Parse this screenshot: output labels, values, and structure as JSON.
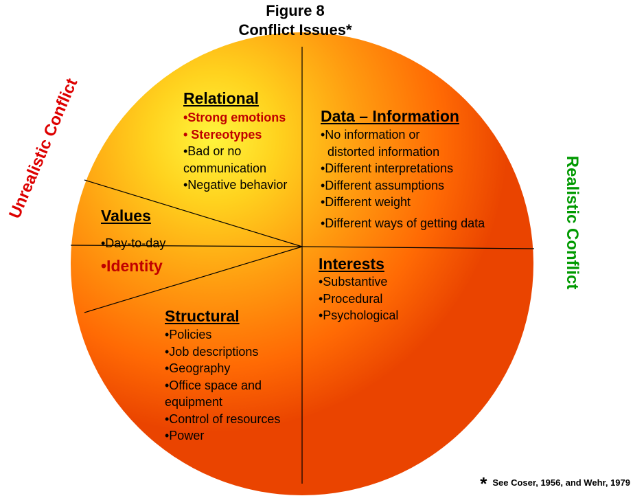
{
  "title": {
    "line1": "Figure 8",
    "line2": "Conflict Issues*"
  },
  "side_labels": {
    "left": {
      "text": "Unrealistic Conflict",
      "color": "#dd0000"
    },
    "right": {
      "text": "Realistic Conflict",
      "color": "#009900"
    }
  },
  "sections": {
    "relational": {
      "title": "Relational",
      "items": [
        "•Strong emotions",
        "• Stereotypes",
        "•Bad or no",
        "communication",
        "•Negative behavior"
      ]
    },
    "data": {
      "title": "Data – Information",
      "items": [
        "•No information or",
        "  distorted information",
        "•Different interpretations",
        "•Different assumptions",
        "•Different weight",
        "•Different ways of getting data"
      ]
    },
    "values": {
      "title": "Values",
      "items": [
        "•Day-to-day",
        "•Identity"
      ]
    },
    "interests": {
      "title": "Interests",
      "items": [
        "•Substantive",
        "•Procedural",
        "•Psychological"
      ]
    },
    "structural": {
      "title": "Structural",
      "items": [
        "•Policies",
        "•Job descriptions",
        "•Geography",
        "•Office space and",
        "equipment",
        "•Control of resources",
        "•Power"
      ]
    }
  },
  "footnote": {
    "star": "*",
    "text": "See Coser, 1956, and Wehr, 1979"
  },
  "colors": {
    "sphere_center": "#fff23a",
    "sphere_mid": "#ffa010",
    "sphere_edge": "#f04a00",
    "highlight": "#c00000"
  }
}
